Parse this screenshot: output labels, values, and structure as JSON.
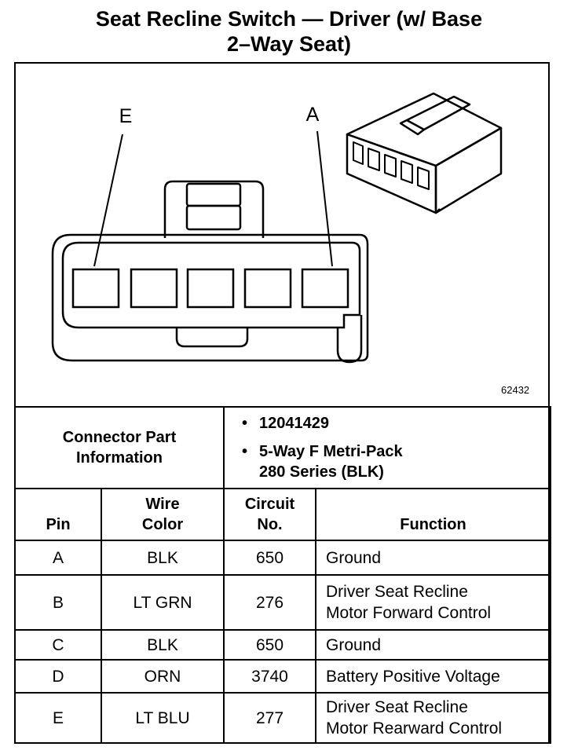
{
  "title": {
    "line1": "Seat Recline Switch — Driver (w/ Base",
    "line2": "2–Way Seat)"
  },
  "diagram": {
    "label_left": "E",
    "label_right": "A",
    "figure_number": "62432"
  },
  "connector_info": {
    "label_line1": "Connector Part",
    "label_line2": "Information",
    "bullet": "•",
    "part_number": "12041429",
    "description_line1": "5-Way F Metri-Pack",
    "description_line2": "280 Series (BLK)"
  },
  "table": {
    "headers": {
      "pin": "Pin",
      "wire_color_line1": "Wire",
      "wire_color_line2": "Color",
      "circuit_line1": "Circuit",
      "circuit_line2": "No.",
      "function": "Function"
    },
    "rows": [
      {
        "pin": "A",
        "wire_color": "BLK",
        "circuit": "650",
        "function_line1": "Ground",
        "function_line2": ""
      },
      {
        "pin": "B",
        "wire_color": "LT GRN",
        "circuit": "276",
        "function_line1": "Driver Seat Recline",
        "function_line2": "Motor Forward Control"
      },
      {
        "pin": "C",
        "wire_color": "BLK",
        "circuit": "650",
        "function_line1": "Ground",
        "function_line2": ""
      },
      {
        "pin": "D",
        "wire_color": "ORN",
        "circuit": "3740",
        "function_line1": "Battery Positive Voltage",
        "function_line2": ""
      },
      {
        "pin": "E",
        "wire_color": "LT BLU",
        "circuit": "277",
        "function_line1": "Driver Seat Recline",
        "function_line2": "Motor Rearward Control"
      }
    ]
  }
}
